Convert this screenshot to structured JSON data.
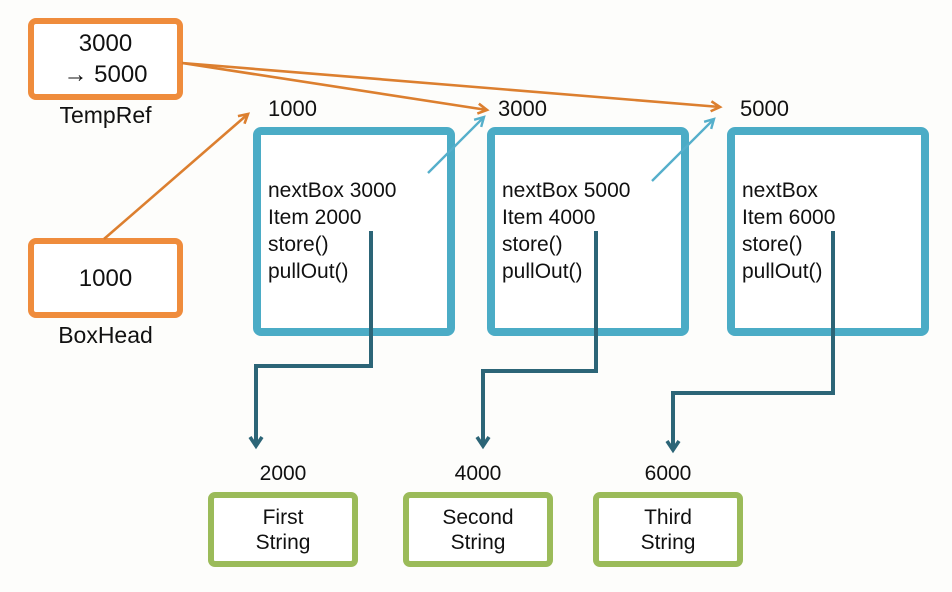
{
  "colors": {
    "orange": "#EF8C3C",
    "orange_arrow": "#DC7F2F",
    "teal": "#4BACC6",
    "blue_arrow": "#55AFCB",
    "green": "#9BBB59",
    "dark_teal": "#2C6577",
    "text": "#111111",
    "bg": "#FDFDFB"
  },
  "temp_ref": {
    "line1": "3000",
    "line2": "→ 5000",
    "label": "TempRef"
  },
  "box_head": {
    "value": "1000",
    "label": "BoxHead"
  },
  "nodes": [
    {
      "address": "1000",
      "lines": [
        "nextBox 3000",
        "Item 2000",
        "store()",
        "pullOut()"
      ]
    },
    {
      "address": "3000",
      "lines": [
        "nextBox 5000",
        "Item 4000",
        "store()",
        "pullOut()"
      ]
    },
    {
      "address": "5000",
      "lines": [
        "nextBox",
        "Item 6000",
        "store()",
        "pullOut()"
      ]
    }
  ],
  "strings": [
    {
      "address": "2000",
      "line1": "First",
      "line2": "String"
    },
    {
      "address": "4000",
      "line1": "Second",
      "line2": "String"
    },
    {
      "address": "6000",
      "line1": "Third",
      "line2": "String"
    }
  ]
}
